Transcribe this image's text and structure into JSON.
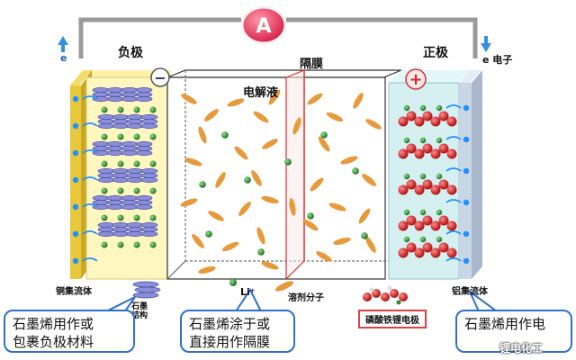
{
  "ammeter": {
    "symbol": "A"
  },
  "labels": {
    "negative_electrode": "负极",
    "positive_electrode": "正极",
    "separator": "隔膜",
    "electrolyte": "电解液",
    "electron_left": "e",
    "electron_right": "e 电子",
    "copper_collector": "铜集流体",
    "aluminum_collector": "铝集流体",
    "graphite_structure_line1": "石墨",
    "graphite_structure_line2": "结构",
    "lithium_ion": "Li⁺",
    "solvent_molecule": "溶剂分子",
    "lfp_electrode": "磷酸铁锂电极",
    "minus_sign": "−",
    "plus_sign": "+"
  },
  "callouts": [
    {
      "line1": "石墨烯用作或",
      "line2": "包裹负极材料"
    },
    {
      "line1": "石墨烯涂于或",
      "line2": "直接用作隔膜"
    },
    {
      "line1": "石墨烯用作电",
      "line2": ""
    }
  ],
  "watermark": "锂电化工",
  "colors": {
    "wire": "#9a9a9a",
    "copper_foil": "#e8c93c",
    "anode_bg": "#fff7c0",
    "cathode_bg": "#d6f0f2",
    "aluminum_foil": "#c9d6e6",
    "graphite_layer": "#8a8ed8",
    "li_ion": "#2c8a2c",
    "solvent": "#e69a3c",
    "separator_line": "#d93030",
    "electron": "#1e90ff",
    "callout_border": "#2f6fd0",
    "lfp_red": "#d62828"
  }
}
